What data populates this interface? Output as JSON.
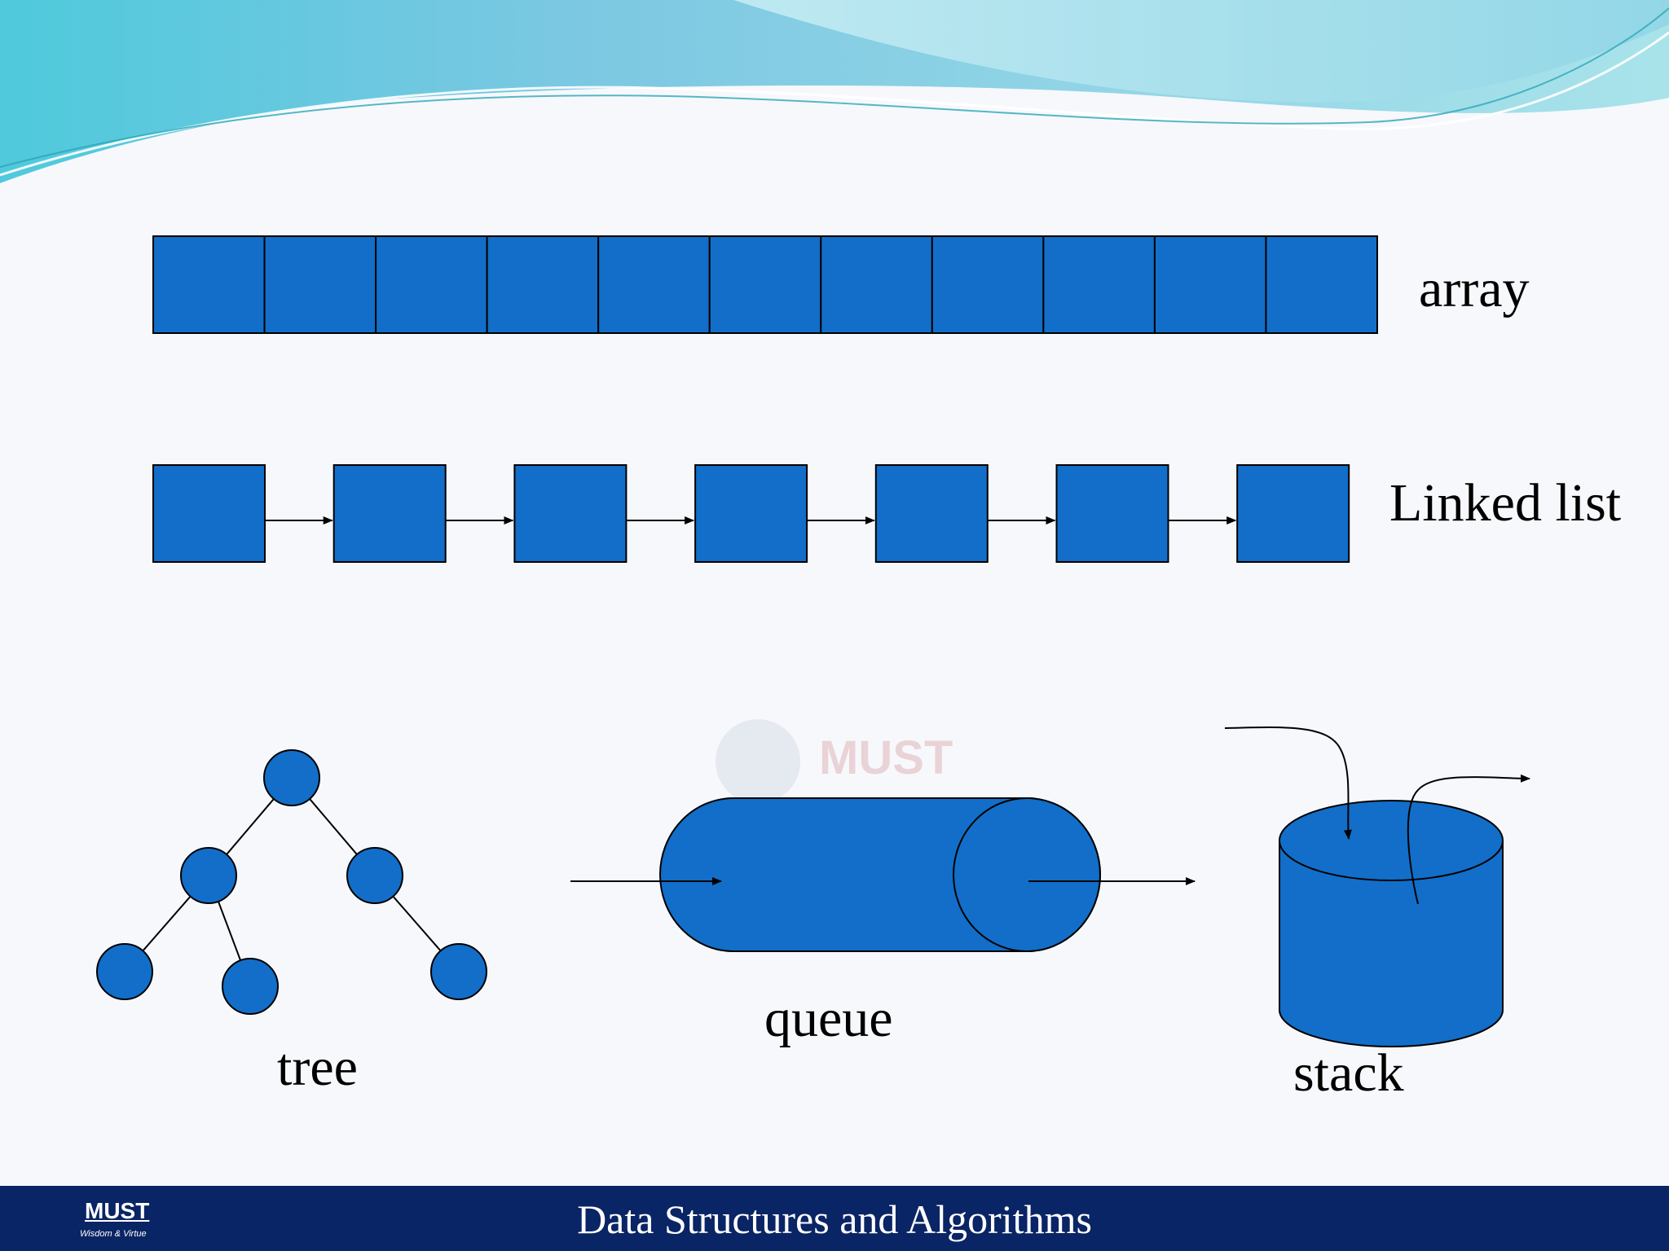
{
  "labels": {
    "array": "array",
    "linked_list": "Linked list",
    "tree": "tree",
    "queue": "queue",
    "stack": "stack"
  },
  "watermark": "MUST",
  "footer": {
    "title": "Data Structures and Algorithms",
    "logo_text": "MUST",
    "logo_motto": "Wisdom & Virtue"
  },
  "colors": {
    "shape_fill": "#126ec8",
    "footer_bg": "#0a2565",
    "wave_light": "#a5dde8",
    "wave_deep": "#5fbad8"
  },
  "diagram": {
    "array_cells": 11,
    "linked_list_nodes": 7,
    "tree_nodes": 6
  }
}
